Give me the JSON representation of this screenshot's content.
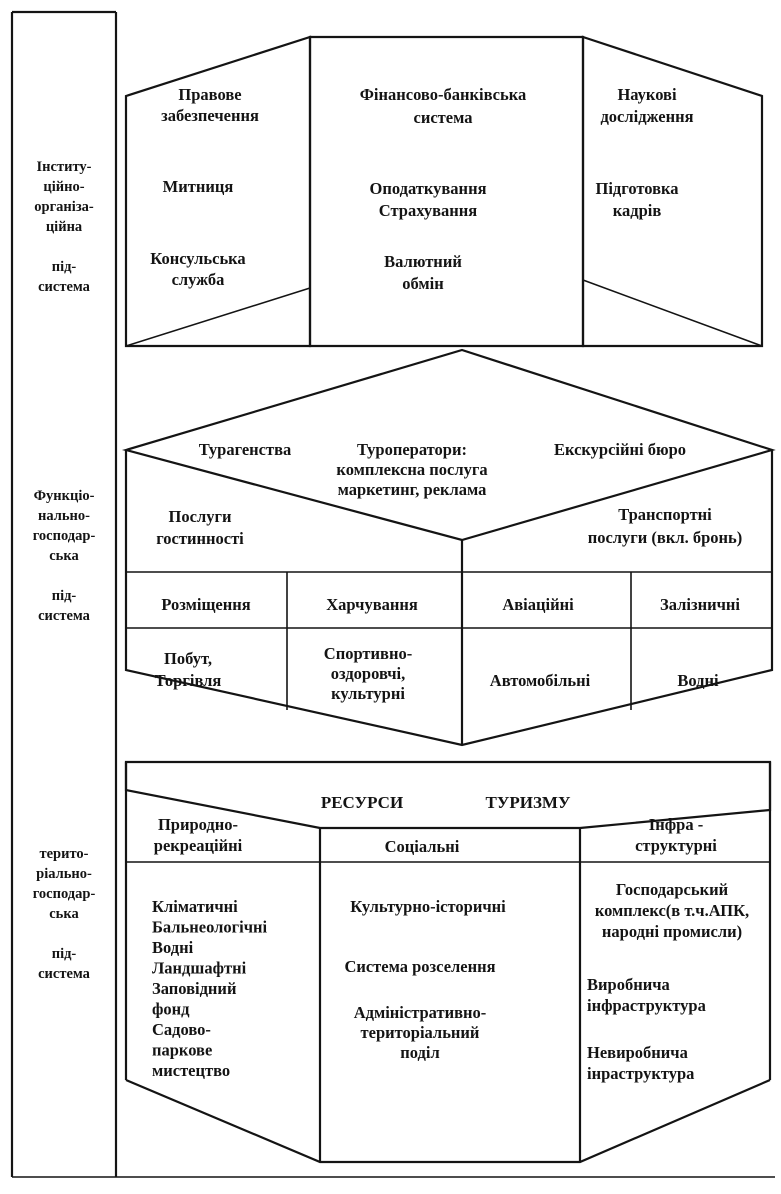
{
  "side_labels": {
    "institutional": [
      "Інститу-",
      "ційно-",
      "організа-",
      "ційна",
      "",
      "під-",
      "система"
    ],
    "functional": [
      "Функціо-",
      "нально-",
      "господар-",
      "ська",
      "",
      "під-",
      "система"
    ],
    "territorial": [
      "терито-",
      "ріально-",
      "господар-",
      "ська",
      "",
      "під-",
      "система"
    ]
  },
  "top_block": {
    "left": {
      "legal": [
        "Правове",
        "забезпечення"
      ],
      "customs": [
        "Митниця"
      ],
      "consular": [
        "Консульська",
        "служба"
      ]
    },
    "center": {
      "finance": [
        "Фінансово-банківська",
        "система"
      ],
      "tax": [
        "Оподаткування",
        "Страхування"
      ],
      "currency": [
        "Валютний",
        "обмін"
      ]
    },
    "right": {
      "research": [
        "Наукові",
        "дослідження"
      ],
      "training": [
        "Підготовка",
        "кадрів"
      ]
    }
  },
  "middle_block": {
    "top_face": {
      "agencies": [
        "Турагенства"
      ],
      "operators": [
        "Туроператори:",
        "комплексна послуга",
        "маркетинг, реклама"
      ],
      "excursion": [
        "Екскурсійні бюро"
      ]
    },
    "hospitality": [
      "Послуги",
      "гостинності"
    ],
    "transport": [
      "Транспортні",
      "послуги (вкл. бронь)"
    ],
    "grid": {
      "accommodation": [
        "Розміщення"
      ],
      "catering": [
        "Харчування"
      ],
      "aviation": [
        "Авіаційні"
      ],
      "railway": [
        "Залізничні"
      ],
      "household": [
        "Побут,",
        "Торгівля"
      ],
      "sports": [
        "Спортивно-",
        "оздоровчі,",
        "культурні"
      ],
      "road": [
        "Автомобільні"
      ],
      "water_transport": [
        "Водні"
      ]
    }
  },
  "bottom_block": {
    "title_left": "РЕСУРСИ",
    "title_right": "ТУРИЗМУ",
    "natural": [
      "Природно-",
      "рекреаційні"
    ],
    "social": [
      "Соціальні"
    ],
    "infra": [
      "Інфра -",
      "структурні"
    ],
    "natural_items": [
      "Кліматичні",
      "Бальнеологічні",
      "Водні",
      "Ландшафтні",
      "Заповідний",
      "фонд",
      "Садово-",
      "паркове",
      "мистецтво"
    ],
    "social_items": {
      "cultural": [
        "Культурно-історичні"
      ],
      "settlement": [
        "Система розселення"
      ],
      "admin": [
        "Адміністративно-",
        "територіальний",
        "поділ"
      ]
    },
    "infra_items": {
      "economy": [
        "Господарський",
        "комплекс(в т.ч.АПК,",
        "народні промисли)"
      ],
      "production": [
        "Виробнича",
        "інфраструктура"
      ],
      "non_production": [
        "Невиробнича",
        "інраструктура"
      ]
    }
  }
}
